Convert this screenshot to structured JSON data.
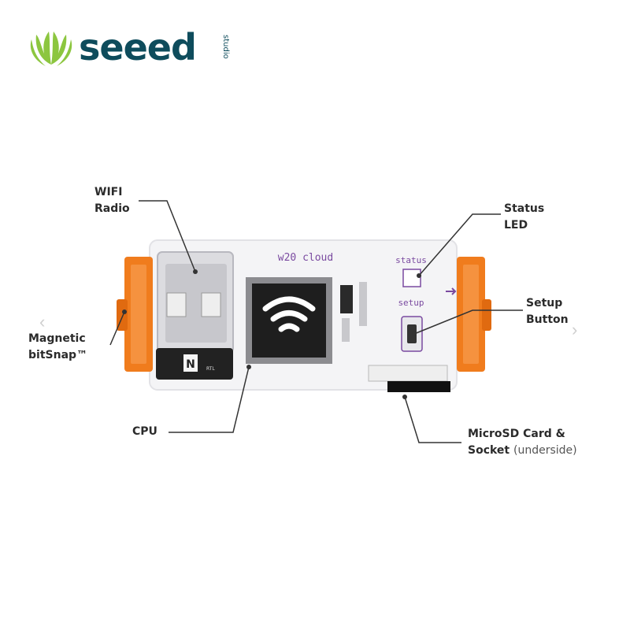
{
  "brand": {
    "name": "seeed",
    "sub": "studio",
    "colors": {
      "leaf": "#8cc63f",
      "text": "#0e4c5c"
    }
  },
  "board": {
    "name": "w20 cloud",
    "status_label": "status",
    "setup_label": "setup",
    "chip_label": "N",
    "chip_sub": "RTL",
    "colors": {
      "pcb": "#f4f4f6",
      "connector": "#f07c1d",
      "cpu": "#1e1e1e",
      "ink": "#7a4aa0"
    }
  },
  "callouts": {
    "wifi_line1": "WIFI",
    "wifi_line2": "Radio",
    "status_line1": "Status",
    "status_line2": "LED",
    "magnetic_line1": "Magnetic",
    "magnetic_line2": "bitSnap™",
    "setup_line1": "Setup",
    "setup_line2": "Button",
    "cpu": "CPU",
    "microsd_line1": "MicroSD Card &",
    "microsd_line2": "Socket",
    "microsd_note": "(underside)"
  },
  "nav": {
    "prev_icon": "chevron-left-icon",
    "next_icon": "chevron-right-icon"
  }
}
